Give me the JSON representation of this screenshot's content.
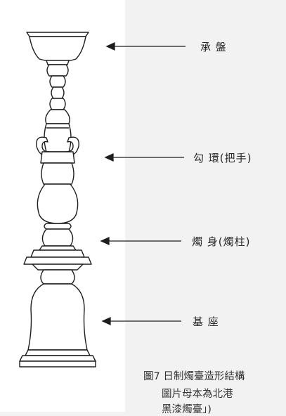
{
  "diagram": {
    "labels": {
      "top_plate": "承 盤",
      "handle_ring": "勾 環(把手)",
      "candle_body": "燭 身(燭柱)",
      "base": "基 座"
    },
    "caption": {
      "line1": "圖7 日制燭臺造形結構",
      "line2": "圖片母本為北港",
      "line3": "黑漆燭臺」)"
    }
  }
}
